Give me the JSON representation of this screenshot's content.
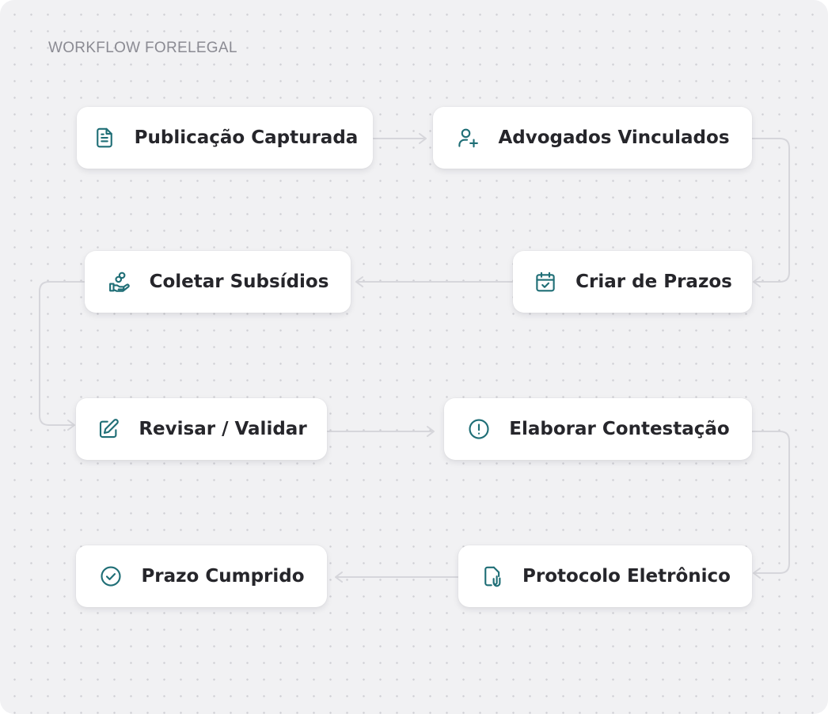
{
  "header": {
    "title": "WORKFLOW FORELEGAL"
  },
  "colors": {
    "accent_icon": "#1f6e76",
    "node_background": "#ffffff",
    "canvas_background": "#f1f1f3",
    "connector": "#d6d6db",
    "text": "#26262b",
    "title_text": "#8b8b93"
  },
  "steps": [
    {
      "label": "Publicação Capturada",
      "icon": "document-icon"
    },
    {
      "label": "Advogados Vinculados",
      "icon": "user-plus-icon"
    },
    {
      "label": "Criar de Prazos",
      "icon": "calendar-check-icon"
    },
    {
      "label": "Coletar Subsídios",
      "icon": "hand-coins-icon"
    },
    {
      "label": "Revisar / Validar",
      "icon": "edit-icon"
    },
    {
      "label": "Elaborar Contestação",
      "icon": "alert-circle-icon"
    },
    {
      "label": "Protocolo Eletrônico",
      "icon": "file-clip-icon"
    },
    {
      "label": "Prazo Cumprido",
      "icon": "check-circle-icon"
    }
  ]
}
